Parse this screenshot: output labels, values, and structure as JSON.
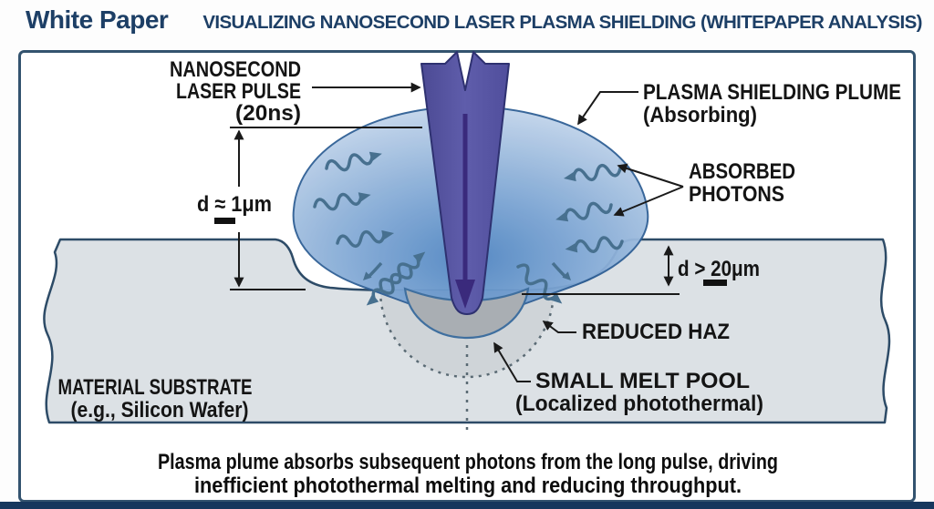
{
  "header": {
    "brand": "White Paper",
    "title": "VISUALIZING NANOSECOND LASER PLASMA SHIELDING (WHITEPAPER ANALYSIS)"
  },
  "labels": {
    "laser": {
      "l1": "NANOSECOND",
      "l2": "LASER PULSE",
      "l3": "(20ns)"
    },
    "plume": {
      "l1": "PLASMA SHIELDING PLUME",
      "l2": "(Absorbing)"
    },
    "photons": {
      "l1": "ABSORBED",
      "l2": "PHOTONS"
    },
    "dim_spot": "d ≈ 1μm",
    "dim_depth": "d > 20μm",
    "haz": "REDUCED HAZ",
    "melt": {
      "l1": "SMALL MELT POOL",
      "l2": "(Localized photothermal)"
    },
    "substrate": {
      "l1": "MATERIAL SUBSTRATE",
      "l2": "(e.g., Silicon Wafer)"
    }
  },
  "caption": {
    "l1": "Plasma plume absorbs subsequent photons from the long pulse, driving",
    "l2": "inefficient photothermal melting and reducing throughput."
  },
  "colors": {
    "heading": "#1d3f66",
    "frame": "#33536f",
    "beam": "#5a57a6",
    "beam_outline": "#2e3170",
    "beam_arrow": "#3a2a7c",
    "plume_stroke": "#2f5f95",
    "wave": "#47708f",
    "substrate_fill": "#dce1e5",
    "substrate_stroke": "#2d4b67",
    "melt_pool": "#a9aeb3",
    "melt_stroke": "#3f6f9f",
    "haz_fill": "#cfd4d8",
    "haz_dash": "#5a6a74",
    "bottom_bar": "#16375d"
  }
}
